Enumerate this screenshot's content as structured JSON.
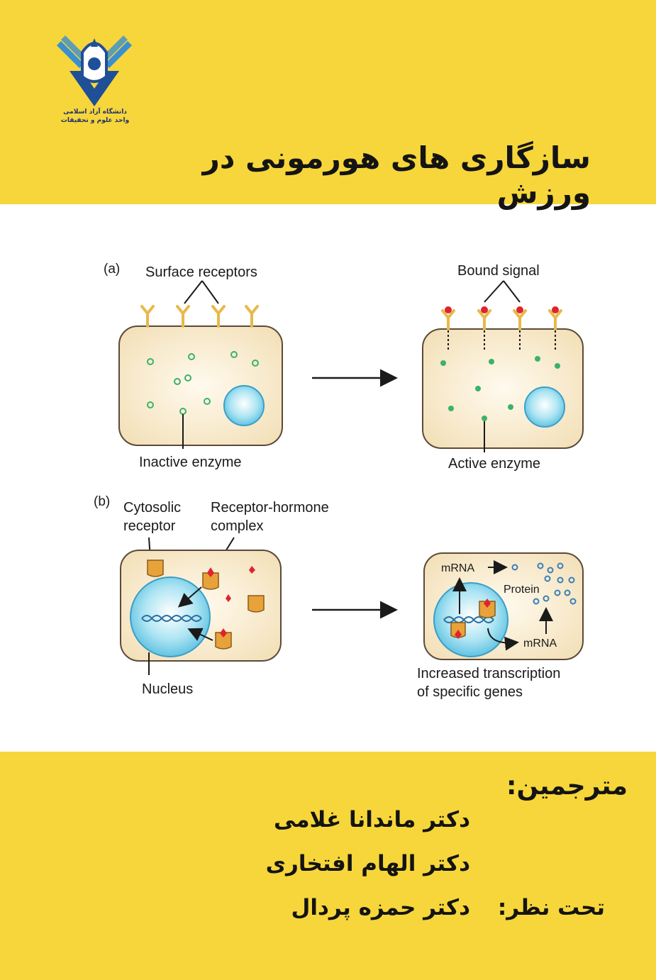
{
  "cover": {
    "university_logo_text": [
      "دانشگاه آزاد اسلامی",
      "واحد علوم و تحقیقات"
    ],
    "title": "سازگاری های هورمونی در ورزش"
  },
  "figure": {
    "a": {
      "label": "(a)",
      "surface_receptors": "Surface receptors",
      "bound_signal": "Bound signal",
      "inactive_enzyme": "Inactive enzyme",
      "active_enzyme": "Active enzyme"
    },
    "b": {
      "label": "(b)",
      "cytosolic_receptor_1": "Cytosolic",
      "cytosolic_receptor_2": "receptor",
      "complex_1": "Receptor-hormone",
      "complex_2": "complex",
      "nucleus": "Nucleus",
      "mrna_top": "mRNA",
      "protein": "Protein",
      "mrna_bottom": "mRNA",
      "increased_1": "Increased transcription",
      "increased_2": "of specific genes"
    }
  },
  "credits": {
    "translators_heading": "مترجمین:",
    "translator_1": "دکتر ماندانا غلامی",
    "translator_2": "دکتر الهام افتخاری",
    "supervision_label": "تحت نظر:",
    "supervisor": "دکتر حمزه پردال"
  },
  "colors": {
    "cover_yellow": "#f6d63a",
    "cell_fill": "#f7ecd2",
    "receptor": "#e8b94a",
    "signal_red": "#e0242f",
    "enzyme_green": "#3bb26a",
    "nucleus_blue": "#8fd6ec"
  }
}
